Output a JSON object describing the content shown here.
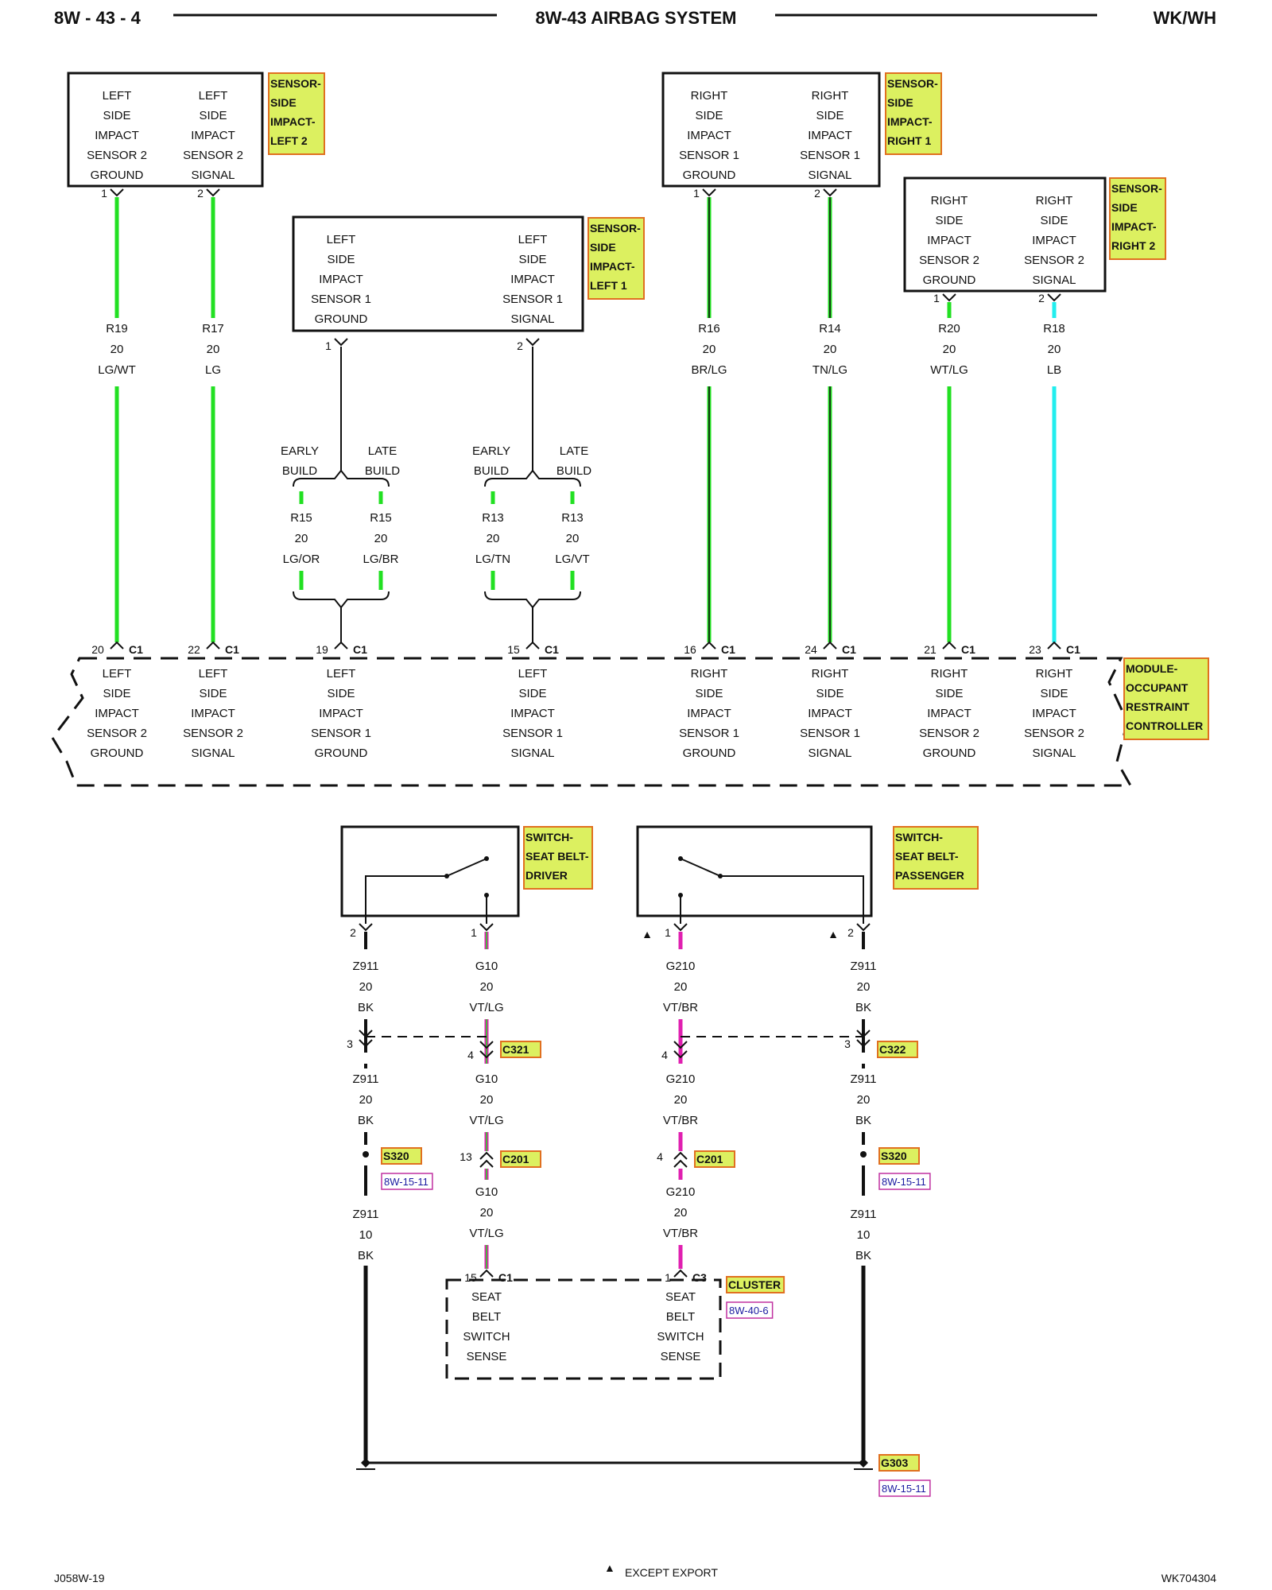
{
  "header": {
    "page": "8W - 43 - 4",
    "title": "8W-43 AIRBAG SYSTEM",
    "model": "WK/WH"
  },
  "colors": {
    "lg": "#22e022",
    "lb": "#22eeee",
    "vt": "#e020b0",
    "tag_fill": "#dcf060",
    "tag_border": "#e07020",
    "ref_border": "#c030a0",
    "wire_black": "#111111"
  },
  "components": {
    "sensor_left2": {
      "tag": [
        "SENSOR-",
        "SIDE",
        "IMPACT-",
        "LEFT 2"
      ],
      "ground": [
        "LEFT",
        "SIDE",
        "IMPACT",
        "SENSOR 2",
        "GROUND"
      ],
      "signal": [
        "LEFT",
        "SIDE",
        "IMPACT",
        "SENSOR 2",
        "SIGNAL"
      ]
    },
    "sensor_left1": {
      "tag": [
        "SENSOR-",
        "SIDE",
        "IMPACT-",
        "LEFT 1"
      ],
      "ground": [
        "LEFT",
        "SIDE",
        "IMPACT",
        "SENSOR 1",
        "GROUND"
      ],
      "signal": [
        "LEFT",
        "SIDE",
        "IMPACT",
        "SENSOR 1",
        "SIGNAL"
      ]
    },
    "sensor_right1": {
      "tag": [
        "SENSOR-",
        "SIDE",
        "IMPACT-",
        "RIGHT 1"
      ],
      "ground": [
        "RIGHT",
        "SIDE",
        "IMPACT",
        "SENSOR 1",
        "GROUND"
      ],
      "signal": [
        "RIGHT",
        "SIDE",
        "IMPACT",
        "SENSOR 1",
        "SIGNAL"
      ]
    },
    "sensor_right2": {
      "tag": [
        "SENSOR-",
        "SIDE",
        "IMPACT-",
        "RIGHT 2"
      ],
      "ground": [
        "RIGHT",
        "SIDE",
        "IMPACT",
        "SENSOR 2",
        "GROUND"
      ],
      "signal": [
        "RIGHT",
        "SIDE",
        "IMPACT",
        "SENSOR 2",
        "SIGNAL"
      ]
    },
    "orc": {
      "tag": [
        "MODULE-",
        "OCCUPANT",
        "RESTRAINT",
        "CONTROLLER"
      ],
      "columns": [
        [
          "LEFT",
          "SIDE",
          "IMPACT",
          "SENSOR 2",
          "GROUND"
        ],
        [
          "LEFT",
          "SIDE",
          "IMPACT",
          "SENSOR 2",
          "SIGNAL"
        ],
        [
          "LEFT",
          "SIDE",
          "IMPACT",
          "SENSOR 1",
          "GROUND"
        ],
        [
          "LEFT",
          "SIDE",
          "IMPACT",
          "SENSOR 1",
          "SIGNAL"
        ],
        [
          "RIGHT",
          "SIDE",
          "IMPACT",
          "SENSOR 1",
          "GROUND"
        ],
        [
          "RIGHT",
          "SIDE",
          "IMPACT",
          "SENSOR 1",
          "SIGNAL"
        ],
        [
          "RIGHT",
          "SIDE",
          "IMPACT",
          "SENSOR 2",
          "GROUND"
        ],
        [
          "RIGHT",
          "SIDE",
          "IMPACT",
          "SENSOR 2",
          "SIGNAL"
        ]
      ],
      "pins": [
        "20",
        "22",
        "19",
        "15",
        "16",
        "24",
        "21",
        "23"
      ],
      "connector": "C1"
    },
    "switch_driver": {
      "tag": [
        "SWITCH-",
        "SEAT BELT-",
        "DRIVER"
      ]
    },
    "switch_passenger": {
      "tag": [
        "SWITCH-",
        "SEAT BELT-",
        "PASSENGER"
      ]
    },
    "cluster": {
      "tag": "CLUSTER",
      "ref": "8W-40-6",
      "left": [
        "SEAT",
        "BELT",
        "SWITCH",
        "SENSE"
      ],
      "right": [
        "SEAT",
        "BELT",
        "SWITCH",
        "SENSE"
      ],
      "pin_left": "15",
      "conn_left": "C1",
      "pin_right": "1",
      "conn_right": "C3"
    }
  },
  "wires": {
    "r19": [
      "R19",
      "20",
      "LG/WT"
    ],
    "r17": [
      "R17",
      "20",
      "LG"
    ],
    "r16": [
      "R16",
      "20",
      "BR/LG"
    ],
    "r14": [
      "R14",
      "20",
      "TN/LG"
    ],
    "r20": [
      "R20",
      "20",
      "WT/LG"
    ],
    "r18": [
      "R18",
      "20",
      "LB"
    ],
    "r15_early": [
      "R15",
      "20",
      "LG/OR"
    ],
    "r15_late": [
      "R15",
      "20",
      "LG/BR"
    ],
    "r13_early": [
      "R13",
      "20",
      "LG/TN"
    ],
    "r13_late": [
      "R13",
      "20",
      "LG/VT"
    ],
    "z911_d1": [
      "Z911",
      "20",
      "BK"
    ],
    "z911_d2": [
      "Z911",
      "20",
      "BK"
    ],
    "z911_d3": [
      "Z911",
      "10",
      "BK"
    ],
    "g10_1": [
      "G10",
      "20",
      "VT/LG"
    ],
    "g10_2": [
      "G10",
      "20",
      "VT/LG"
    ],
    "g10_3": [
      "G10",
      "20",
      "VT/LG"
    ],
    "g210_1": [
      "G210",
      "20",
      "VT/BR"
    ],
    "g210_2": [
      "G210",
      "20",
      "VT/BR"
    ],
    "g210_3": [
      "G210",
      "20",
      "VT/BR"
    ],
    "z911_p1": [
      "Z911",
      "20",
      "BK"
    ],
    "z911_p2": [
      "Z911",
      "20",
      "BK"
    ],
    "z911_p3": [
      "Z911",
      "10",
      "BK"
    ]
  },
  "build": {
    "early": [
      "EARLY",
      "BUILD"
    ],
    "late": [
      "LATE",
      "BUILD"
    ]
  },
  "pins": {
    "l2_gnd": "1",
    "l2_sig": "2",
    "l1_gnd": "1",
    "l1_sig": "2",
    "r1_gnd": "1",
    "r1_sig": "2",
    "r2_gnd": "1",
    "r2_sig": "2",
    "sd_gnd": "2",
    "sd_sig": "1",
    "sp_sig": "1",
    "sp_gnd": "2",
    "c321_z": "3",
    "c321_g": "4",
    "c322_g": "4",
    "c322_z": "3",
    "c201_g10": "13",
    "c201_g210": "4"
  },
  "connectors": {
    "c321": "C321",
    "c322": "C322",
    "c201": "C201"
  },
  "splices": {
    "s320": "S320",
    "s320_ref": "8W-15-11",
    "g303": "G303",
    "g303_ref": "8W-15-11"
  },
  "footer": {
    "left": "J058W-19",
    "note_symbol": "▲",
    "note": "EXCEPT EXPORT",
    "right": "WK704304"
  }
}
